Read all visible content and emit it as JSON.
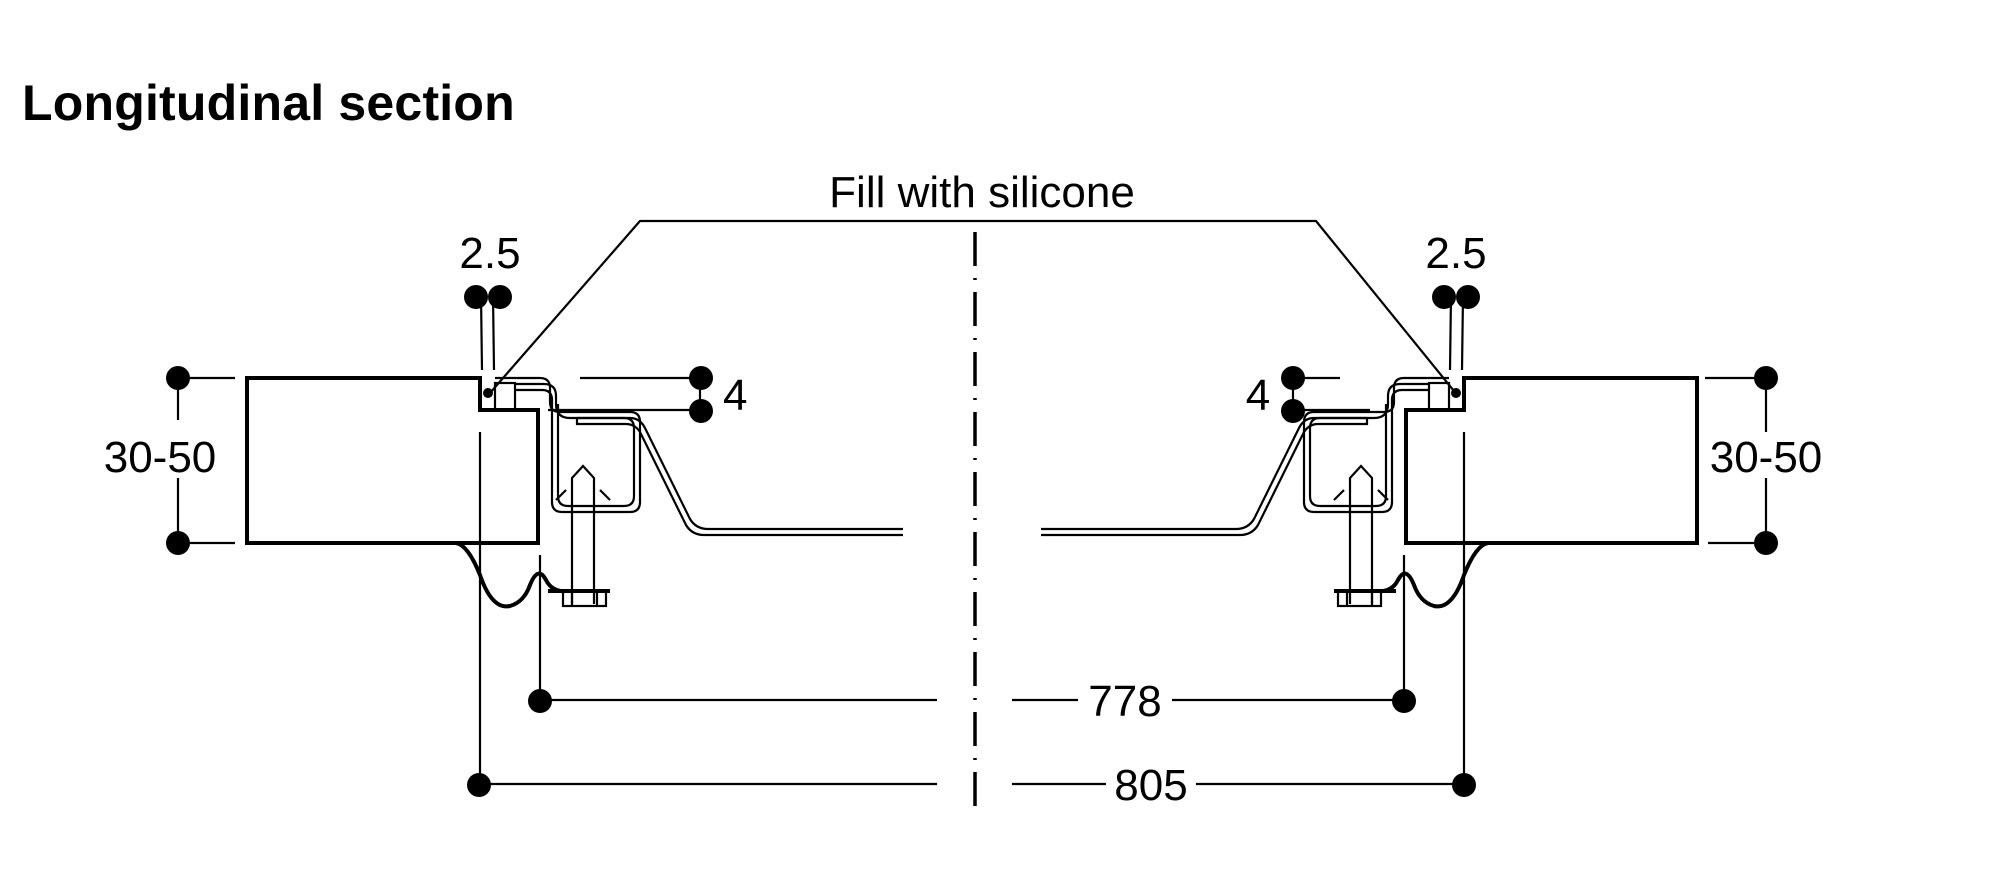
{
  "title": "Longitudinal section",
  "callout": "Fill with silicone",
  "dimensions": {
    "left_gap": "2.5",
    "right_gap": "2.5",
    "left_step": "4",
    "right_step": "4",
    "left_thickness": "30-50",
    "right_thickness": "30-50",
    "inner_span": "778",
    "outer_span": "805"
  },
  "colors": {
    "line": "#000000",
    "background": "#ffffff"
  }
}
